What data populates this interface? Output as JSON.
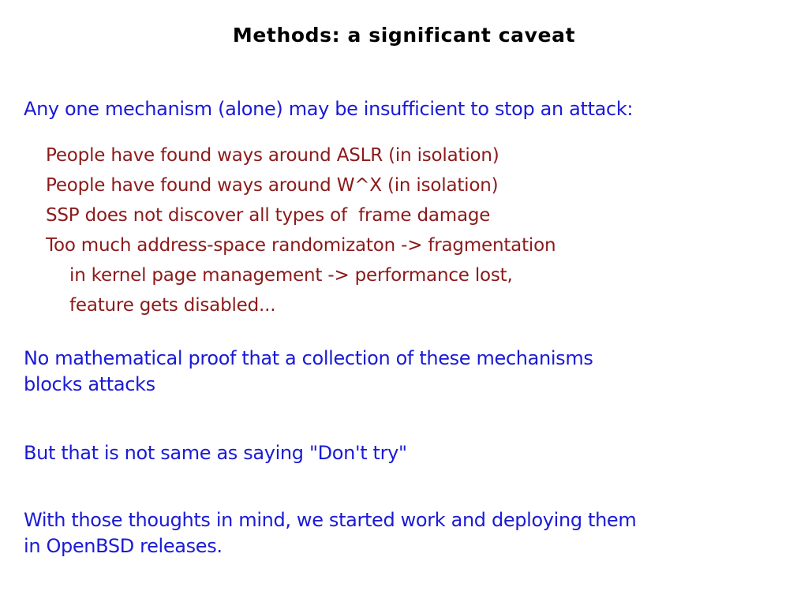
{
  "slide": {
    "title": "Methods: a significant caveat",
    "background_color": "#ffffff",
    "title_color": "#000000",
    "blue_color": "#1a1ad6",
    "red_color": "#8b1a1a",
    "blocks": [
      {
        "id": "intro",
        "color_role": "blue",
        "indent": "level-0",
        "lines": [
          "Any one mechanism (alone) may be insufficient to stop an attack:"
        ]
      },
      {
        "id": "bypass-list",
        "color_role": "red",
        "indent": "level-1",
        "lines": [
          "People have found ways around ASLR (in isolation)",
          "People have found ways around W^X (in isolation)",
          "SSP does not discover all types of  frame damage",
          "Too much address-space randomizaton -> fragmentation"
        ],
        "sub_lines": [
          "in kernel page management -> performance lost,",
          "feature gets disabled..."
        ]
      },
      {
        "id": "no-proof",
        "color_role": "blue",
        "indent": "level-0",
        "lines": [
          "No mathematical proof that a collection of these mechanisms",
          "blocks attacks"
        ]
      },
      {
        "id": "dont-try",
        "color_role": "blue",
        "indent": "level-0",
        "lines": [
          "But that is not same as saying \"Don't try\""
        ]
      },
      {
        "id": "deploying",
        "color_role": "blue",
        "indent": "level-0",
        "lines": [
          "With those thoughts in mind, we started work and deploying them",
          "in OpenBSD releases."
        ]
      }
    ]
  },
  "lines": {
    "title": "Methods: a significant caveat",
    "intro_1": "Any one mechanism (alone) may be insufficient to stop an attack:",
    "red_1": "People have found ways around ASLR (in isolation)",
    "red_2": "People have found ways around W^X (in isolation)",
    "red_3": "SSP does not discover all types of  frame damage",
    "red_4": "Too much address-space randomizaton -> fragmentation",
    "red_5": "in kernel page management -> performance lost,",
    "red_6": "feature gets disabled...",
    "proof_1": "No mathematical proof that a collection of these mechanisms",
    "proof_2": "blocks attacks",
    "donttry_1": "But that is not same as saying \"Don't try\"",
    "deploy_1": "With those thoughts in mind, we started work and deploying them",
    "deploy_2": "in OpenBSD releases."
  }
}
